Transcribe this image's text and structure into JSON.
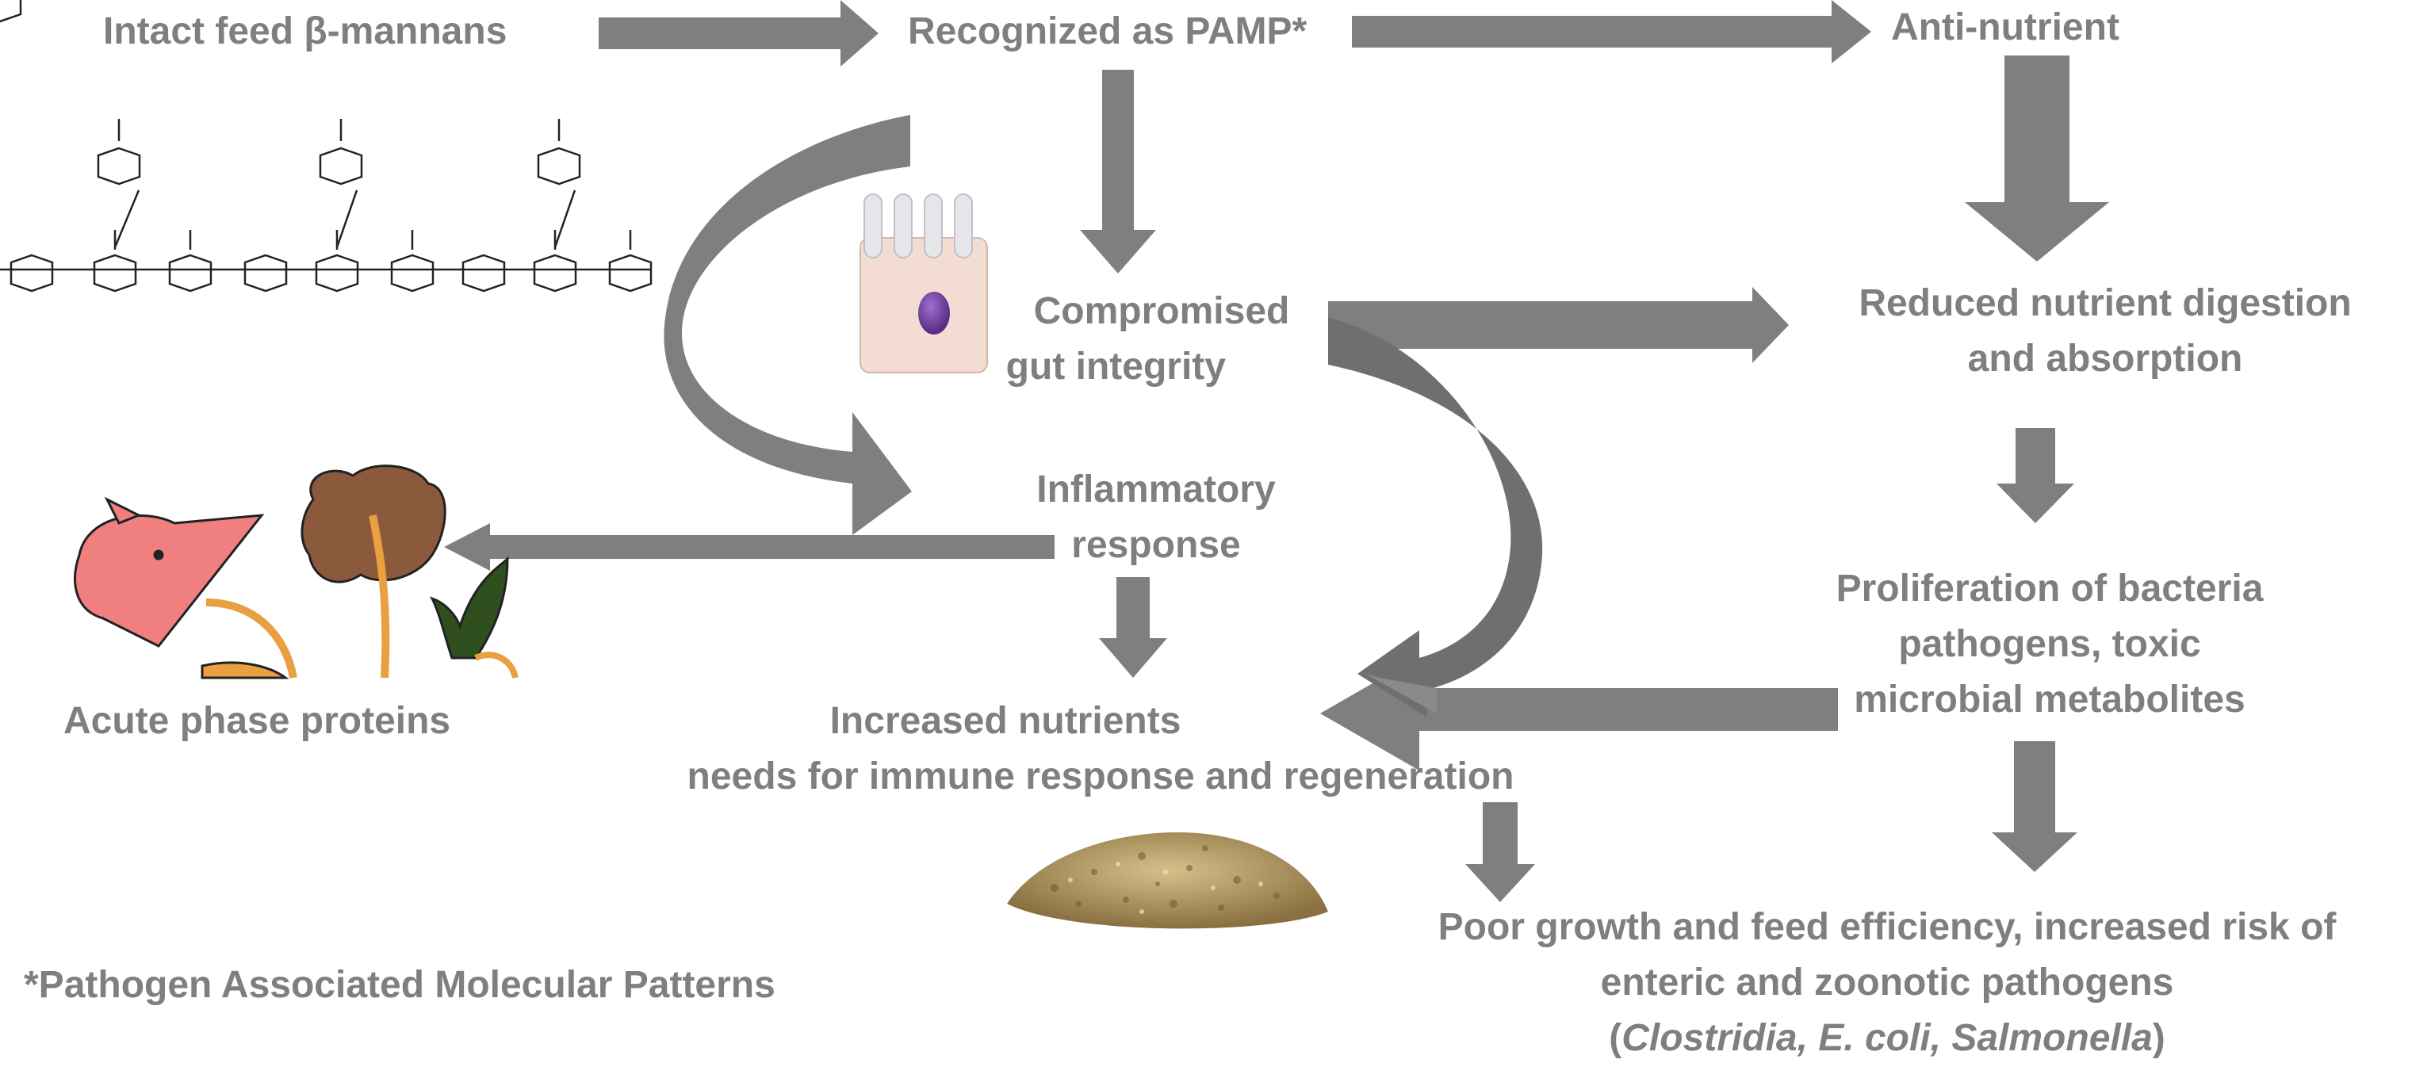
{
  "nodes": {
    "intact_mannans": "Intact feed β-mannans",
    "pamp": "Recognized as PAMP*",
    "anti_nutrient": "Anti-nutrient",
    "gut_integrity": [
      "Compromised",
      "gut integrity"
    ],
    "reduced_digestion": [
      "Reduced  nutrient digestion",
      "and absorption"
    ],
    "inflammatory": [
      "Inflammatory",
      "response"
    ],
    "proliferation": [
      "Proliferation of bacteria",
      "pathogens, toxic",
      "microbial metabolites"
    ],
    "acute_phase": "Acute phase proteins",
    "increased_needs": [
      "Increased nutrients",
      "needs for immune response and regeneration"
    ],
    "poor_growth": [
      "Poor growth and feed efficiency, increased risk of",
      "enteric and zoonotic pathogens"
    ],
    "pathogens": {
      "open": "(",
      "names": "Clostridia, E. coli, Salmonella",
      "close": ")"
    }
  },
  "footnote": "*Pathogen Associated Molecular Patterns",
  "colors": {
    "text": "#7f7f7f",
    "arrow": "#7f7f7f",
    "cell_body": "#f3ddd2",
    "cell_nucleus": "#6a3d99",
    "pig": "#f08080",
    "organ": "#8b5a3c",
    "intestine": "#e8a040",
    "spleen": "#2f4f1f",
    "grain": "#b69a5a"
  },
  "icons": [
    "mannan-structure-icon",
    "enterocyte-icon",
    "pig-organs-icon",
    "feed-pile-icon"
  ]
}
